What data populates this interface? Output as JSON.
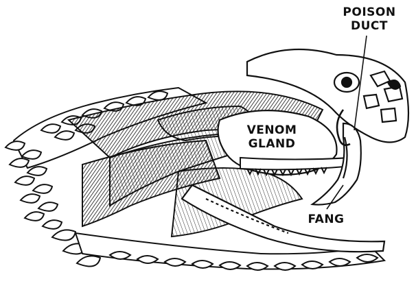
{
  "labels": {
    "poison_duct_line1": "POISON",
    "poison_duct_line2": "DUCT",
    "venom_gland_line1": "VENOM",
    "venom_gland_line2": "GLAND",
    "fang": "FANG"
  },
  "colors": {
    "ink": "#111111",
    "background": "#ffffff"
  }
}
